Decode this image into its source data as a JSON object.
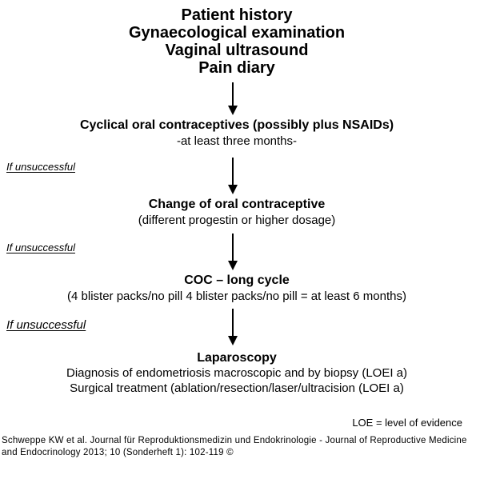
{
  "colors": {
    "background": "#ffffff",
    "text": "#000000",
    "arrow": "#000000"
  },
  "flow": {
    "intro": {
      "lines": [
        "Patient history",
        "Gynaecological examination",
        "Vaginal ultrasound",
        "Pain diary"
      ]
    },
    "steps": [
      {
        "title": "Cyclical oral contraceptives (possibly plus NSAIDs)",
        "subtitle": "-at least three months-"
      },
      {
        "title": "Change of oral contraceptive",
        "subtitle": "(different progestin or higher dosage)"
      },
      {
        "title": "COC – long cycle",
        "subtitle": "(4 blister packs/no pill 4 blister packs/no pill = at least 6 months)"
      },
      {
        "title": "Laparoscopy",
        "line1": "Diagnosis of endometriosis macroscopic and by biopsy (LOEI a)",
        "line2": "Surgical treatment (ablation/resection/laser/ultracision (LOEI a)"
      }
    ],
    "branch_labels": [
      "If unsuccessful",
      "If unsuccessful",
      "If unsuccessful"
    ],
    "legend": "LOE = level of evidence",
    "citation_lines": [
      "Schweppe KW et al. Journal für Reproduktionsmedizin und Endokrinologie - Journal of Reproductive Medicine",
      "and Endocrinology 2013; 10 (Sonderheft 1): 102-119 ©"
    ]
  }
}
